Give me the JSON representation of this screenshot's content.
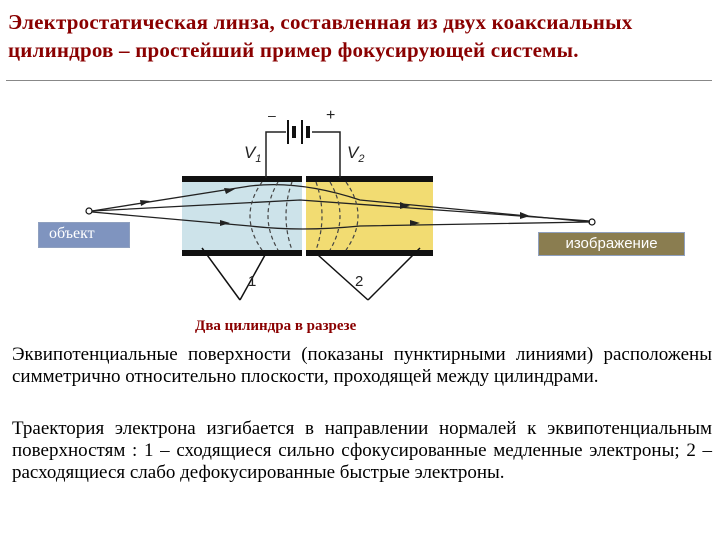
{
  "title": "Электростатическая линза, составленная из двух коаксиальных цилиндров – простейший пример фокусирующей системы.",
  "diagram": {
    "v1": "V",
    "v1_sub": "1",
    "v2": "V",
    "v2_sub": "2",
    "minus": "–",
    "plus": "+",
    "object_label": "объект",
    "image_label": "изображение",
    "label_1": "1",
    "label_2": "2",
    "caption": "Два цилиндра в разрезе",
    "colors": {
      "left_cylinder": "#cde3ea",
      "right_cylinder": "#f2dc72",
      "title": "#8a0000"
    }
  },
  "paragraph1": "Эквипотенциальные поверхности (показаны пунктирными линиями) расположены симметрично относительно плоскости, проходящей между цилиндрами.",
  "paragraph2": "Траектория электрона изгибается в направлении нормалей к эквипотенциальным поверхностям : 1 – сходящиеся сильно сфокусированные медленные электроны; 2 – расходящиеся слабо дефокусированные быстрые электроны."
}
